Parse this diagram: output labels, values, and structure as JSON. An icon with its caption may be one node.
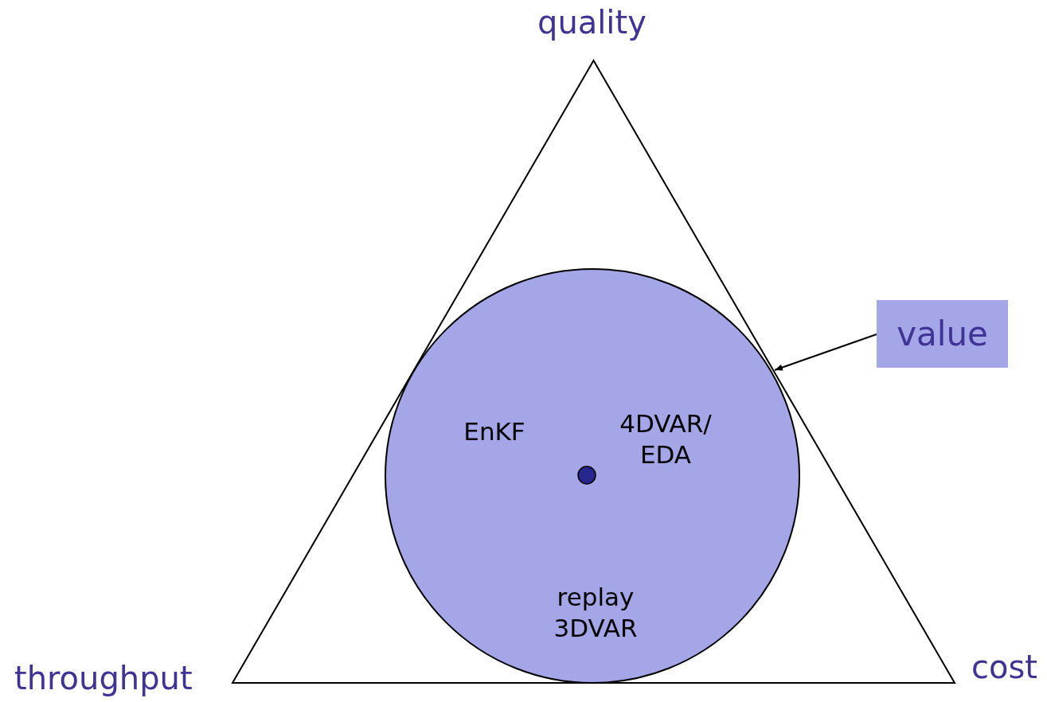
{
  "diagram": {
    "nodes": [
      {
        "text": [],
        "shape": "triangle",
        "beside": [
          "quality",
          "throughput",
          "cost"
        ]
      },
      {
        "text": [
          "EnKF",
          "4DVAR/ EDA",
          "replay 3DVAR"
        ],
        "in": 0
      },
      {
        "text": [
          "value"
        ]
      }
    ],
    "edges": [
      {
        "from": 2,
        "to": 1,
        "arrow": "to"
      }
    ]
  }
}
